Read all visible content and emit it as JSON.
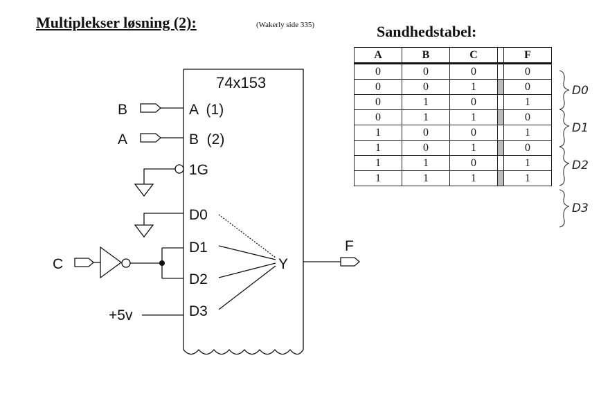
{
  "title": "Multiplekser løsning (2):",
  "reference": "(Wakerly  side 335)",
  "table_title": "Sandhedstabel:",
  "chip": {
    "name": "74x153",
    "pins": {
      "a1": "A  (1)",
      "b2": "B  (2)",
      "g": "1G",
      "d0": "D0",
      "d1": "D1",
      "d2": "D2",
      "d3": "D3",
      "y": "Y"
    }
  },
  "inputs": {
    "b": "B",
    "a": "A",
    "c": "C",
    "vcc": "+5v",
    "f": "F"
  },
  "truth_table": {
    "headers": [
      "A",
      "B",
      "C",
      "F"
    ],
    "rows": [
      [
        "0",
        "0",
        "0",
        "0"
      ],
      [
        "0",
        "0",
        "1",
        "0"
      ],
      [
        "0",
        "1",
        "0",
        "1"
      ],
      [
        "0",
        "1",
        "1",
        "0"
      ],
      [
        "1",
        "0",
        "0",
        "1"
      ],
      [
        "1",
        "0",
        "1",
        "0"
      ],
      [
        "1",
        "1",
        "0",
        "1"
      ],
      [
        "1",
        "1",
        "1",
        "1"
      ]
    ]
  },
  "brace_labels": [
    "D0",
    "D1",
    "D2",
    "D3"
  ]
}
